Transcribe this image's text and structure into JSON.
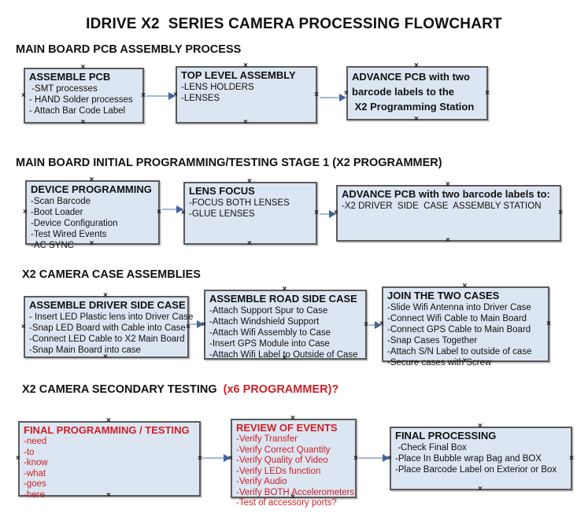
{
  "title": "IDRIVE X2  SERIES CAMERA PROCESSING FLOWCHART",
  "colors": {
    "box_fill": "#dce6f2",
    "box_border": "#5a5a5a",
    "arrow_line": "#a5b9d3",
    "arrow_head": "#43659c",
    "red_text": "#cc2127",
    "black_text": "#111111"
  },
  "sections": [
    {
      "heading": "MAIN BOARD PCB ASSEMBLY PROCESS",
      "boxes": [
        {
          "title": "ASSEMBLE PCB",
          "items": [
            " -SMT processes",
            "- HAND Solder processes",
            "- Attach Bar Code Label"
          ]
        },
        {
          "title": "TOP LEVEL ASSEMBLY",
          "items": [
            "-LENS HOLDERS",
            "-LENSES"
          ]
        },
        {
          "title_lines": [
            "ADVANCE PCB with two",
            "barcode labels to the",
            " X2 Programming Station"
          ]
        }
      ]
    },
    {
      "heading": "MAIN BOARD INITIAL PROGRAMMING/TESTING STAGE 1 (X2 PROGRAMMER)",
      "boxes": [
        {
          "title": "DEVICE PROGRAMMING",
          "items": [
            "-Scan Barcode",
            "-Boot Loader",
            "-Device Configuration",
            "-Test Wired Events",
            "-AC SYNC"
          ]
        },
        {
          "title": "LENS FOCUS",
          "items": [
            "-FOCUS BOTH LENSES",
            "-GLUE LENSES"
          ]
        },
        {
          "title": "ADVANCE PCB with two barcode labels to:",
          "items": [
            "-X2 DRIVER  SIDE  CASE  ASSEMBLY STATION"
          ]
        }
      ]
    },
    {
      "heading": "X2 CAMERA CASE ASSEMBLIES",
      "boxes": [
        {
          "title": "ASSEMBLE DRIVER SIDE CASE",
          "items": [
            "- Insert LED Plastic lens into Driver Case",
            "-Snap LED Board with Cable into Case",
            "-Connect LED Cable to X2 Main Board",
            "-Snap Main Board into case"
          ]
        },
        {
          "title": "ASSEMBLE ROAD SIDE CASE",
          "items": [
            "-Attach Support Spur to Case",
            "-Attach Windshield Support",
            "-Attach Wifi Assembly to Case",
            "-Insert GPS Module into Case",
            "-Attach Wifi Label to Outside of Case"
          ]
        },
        {
          "title": "JOIN THE TWO CASES",
          "items": [
            "-Slide Wifi Antenna into Driver Case",
            "-Connect Wifi Cable to Main Board",
            "-Connect GPS Cable to Main Board",
            "-Snap Cases Together",
            "-Attach S/N Label to outside of case",
            "-Secure cases with Screw"
          ]
        }
      ]
    },
    {
      "heading_black": "X2 CAMERA SECONDARY TESTING ",
      "heading_red": " (x6 PROGRAMMER)?",
      "boxes": [
        {
          "title": "FINAL PROGRAMMING / TESTING",
          "items": [
            "-need",
            "-to",
            "-know",
            "-what",
            "-goes",
            "-here"
          ]
        },
        {
          "title": "REVIEW OF EVENTS",
          "items": [
            "-Verify Transfer",
            "-Verify Correct Quantity",
            "-Verify Quality of Video",
            "-Verify LEDs function",
            "-Verify Audio",
            "-Verify BOTH Accelerometers",
            "-Test of accessory ports?"
          ]
        },
        {
          "title": "FINAL PROCESSING",
          "items": [
            " -Check Final Box",
            "-Place In Bubble wrap Bag and BOX",
            "-Place Barcode Label on Exterior or Box"
          ]
        }
      ]
    }
  ]
}
